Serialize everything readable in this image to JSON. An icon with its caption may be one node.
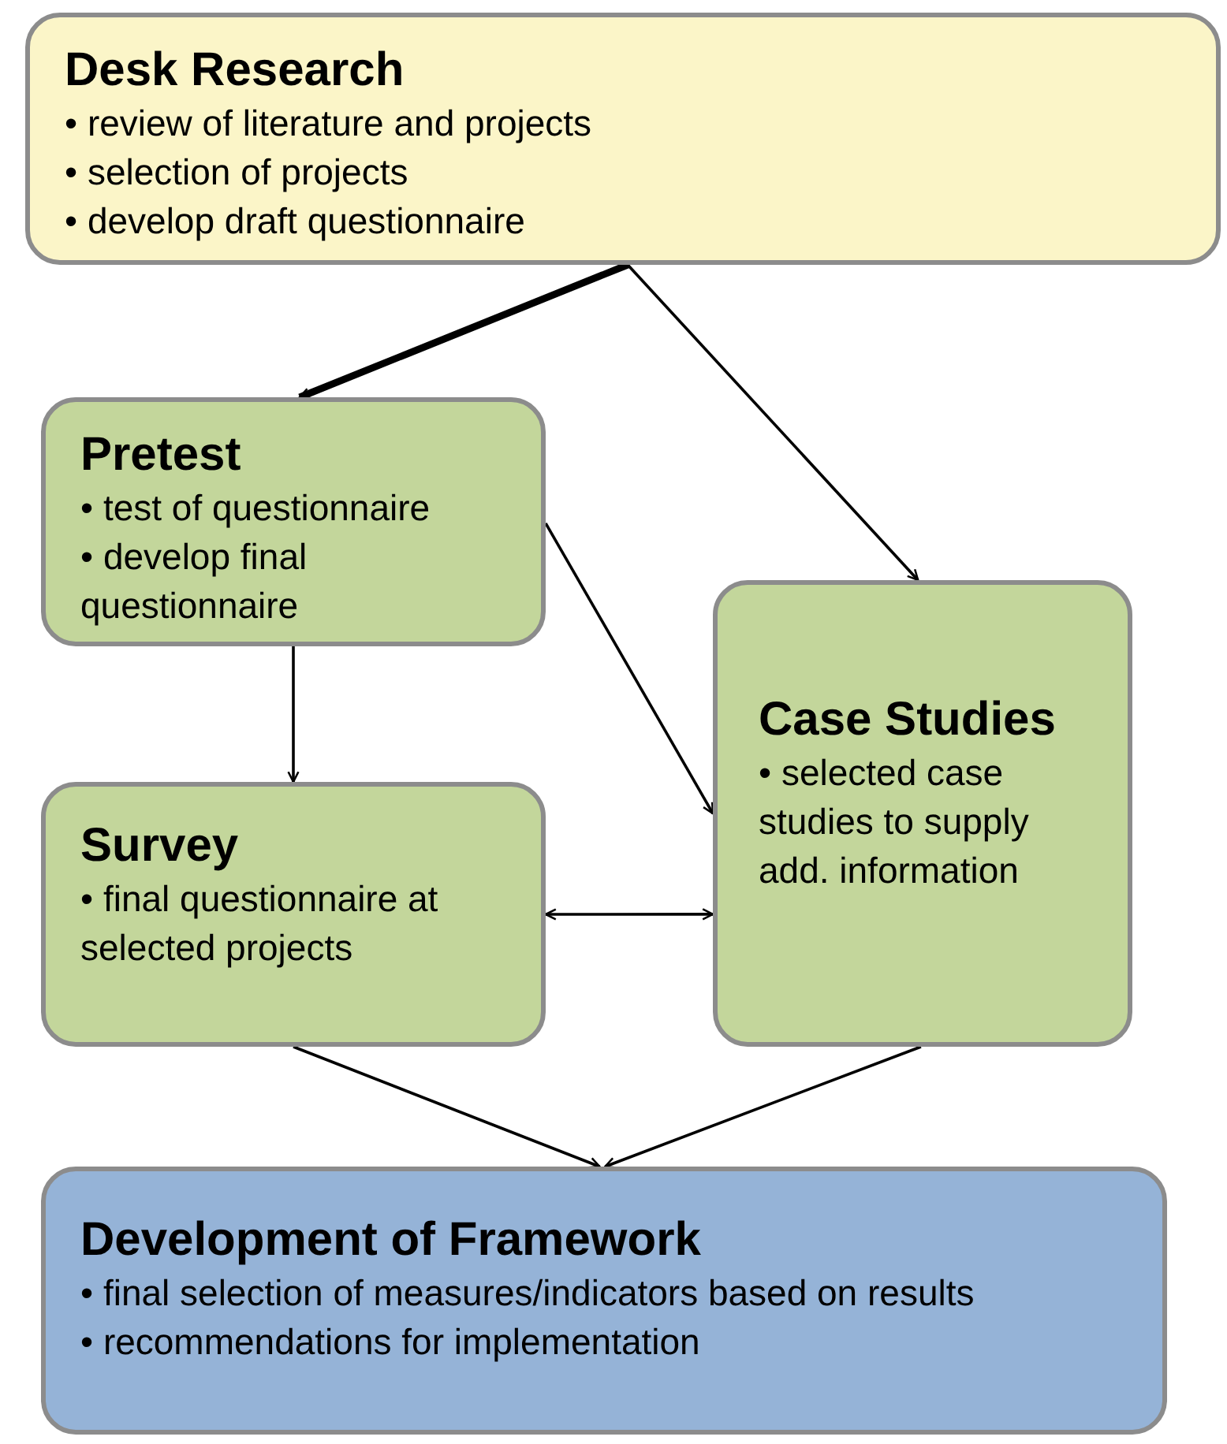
{
  "diagram": {
    "nodes": [
      {
        "text": [
          "Desk Research",
          "• review of literature and projects",
          "• selection of projects",
          "• develop draft questionnaire"
        ]
      },
      {
        "text": [
          "Pretest",
          "• test of questionnaire",
          "• develop final questionnaire"
        ]
      },
      {
        "text": [
          "Case Studies",
          "• selected case studies to supply add. information"
        ]
      },
      {
        "text": [
          "Survey",
          "• final questionnaire at selected projects"
        ]
      },
      {
        "text": [
          "Development of Framework",
          "• final selection of measures/indicators based on results",
          "• recommendations for implementation"
        ]
      }
    ],
    "edges": [
      {
        "from": 0,
        "to": 1,
        "arrow": "to",
        "style": "thick"
      },
      {
        "from": 0,
        "to": 2,
        "arrow": "to"
      },
      {
        "from": 1,
        "to": 3,
        "arrow": "to"
      },
      {
        "from": 1,
        "to": 2,
        "arrow": "to"
      },
      {
        "from": 3,
        "to": 2,
        "arrow": "both"
      },
      {
        "from": 3,
        "to": 4,
        "arrow": "to"
      },
      {
        "from": 2,
        "to": 4,
        "arrow": "to"
      }
    ]
  }
}
